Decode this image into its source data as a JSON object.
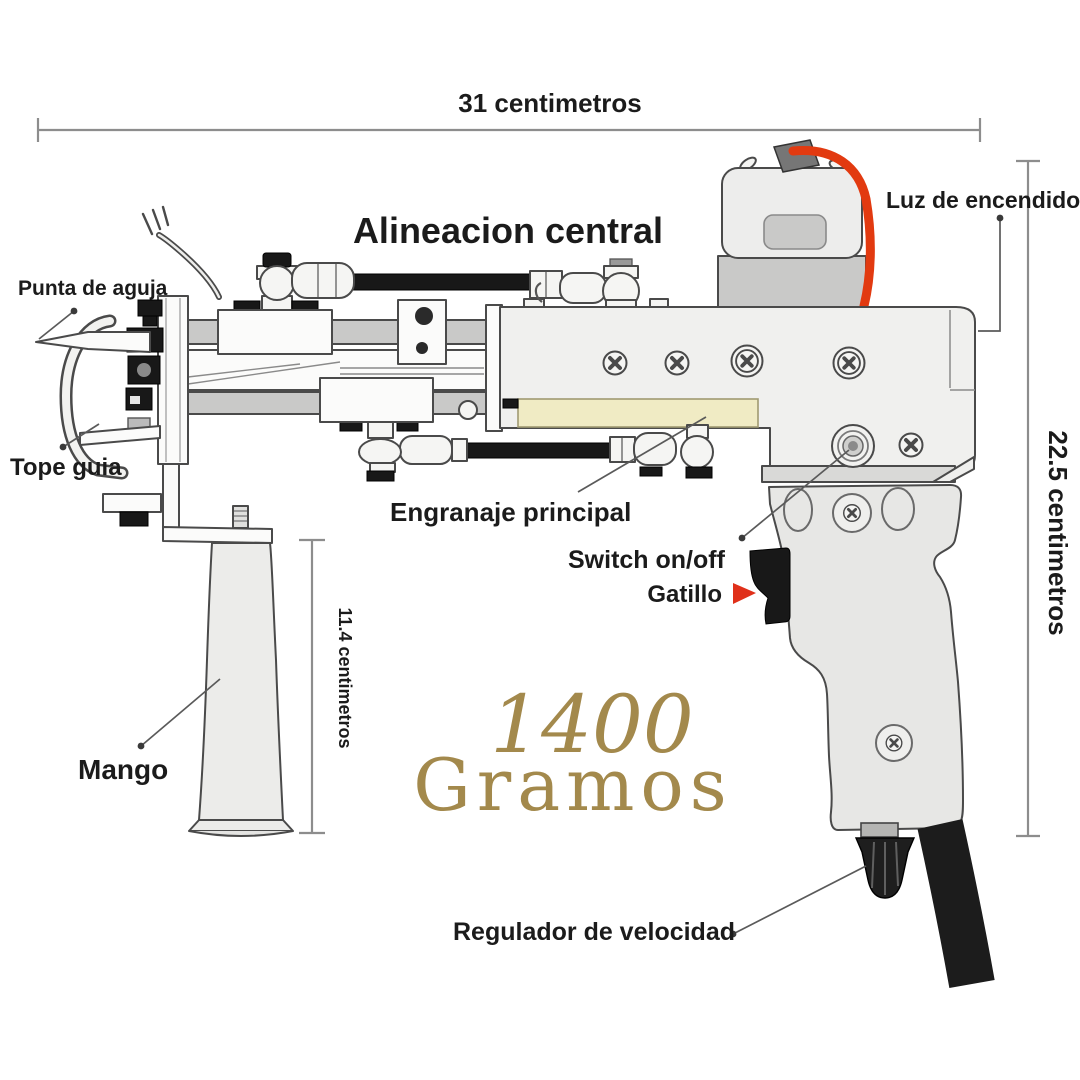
{
  "diagram": {
    "subject": "tufting-gun-annotated-diagram",
    "measurements": {
      "top_width": "31 centimetros",
      "side_height": "22.5 centimetros",
      "handle_height": "11.4 centimetros"
    },
    "title": "Alineacion central",
    "weight": {
      "value": "1400",
      "unit": "Gramos"
    },
    "part_labels": {
      "power_light": "Luz de encendido",
      "needle_tip": "Punta de aguja",
      "guide_stop": "Tope guia",
      "main_gear": "Engranaje principal",
      "switch": "Switch on/off",
      "trigger": "Gatillo",
      "handle": "Mango",
      "speed_regulator": "Regulador de velocidad"
    },
    "colors": {
      "label_text": "#1b1b1b",
      "gold": "#a3894c",
      "red_wire": "#e23a10",
      "red_arrow": "#e0301a",
      "cream_strip": "#f0ebc4",
      "measure_line": "#8d8d8d",
      "body_fill": "#f0f0ee"
    }
  }
}
